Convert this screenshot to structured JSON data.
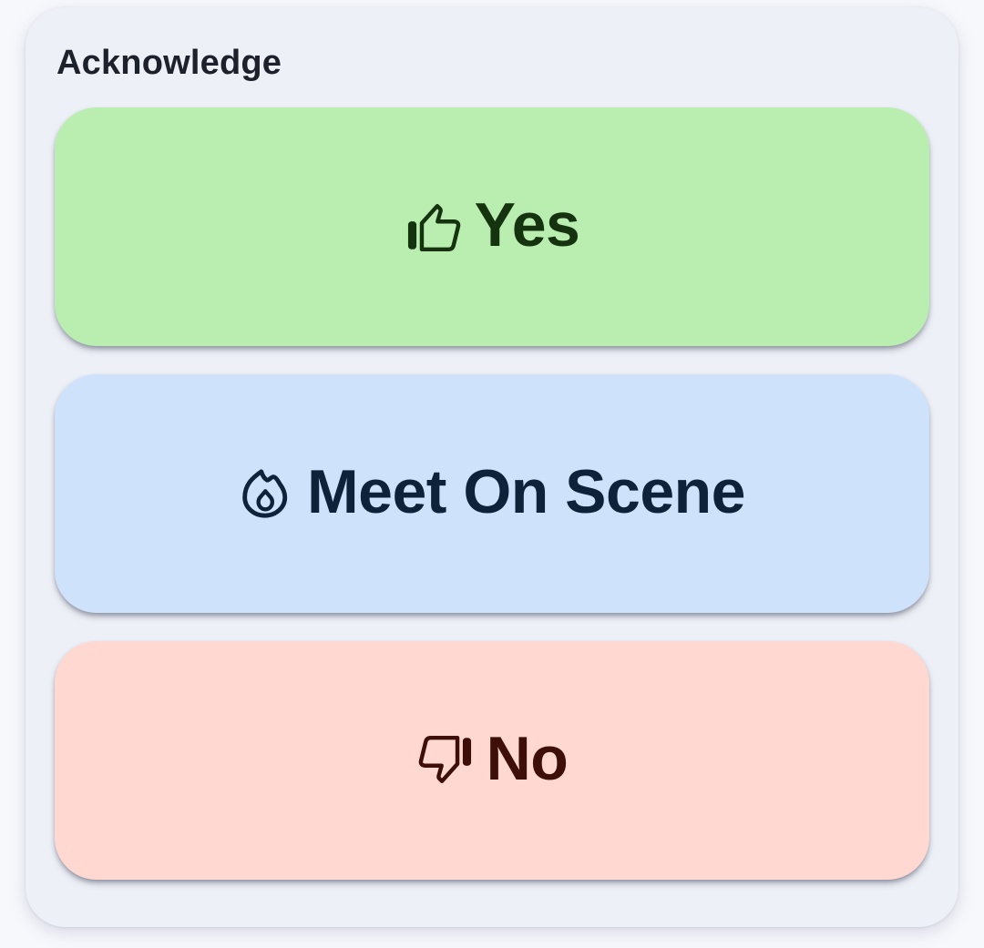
{
  "panel": {
    "title": "Acknowledge"
  },
  "buttons": [
    {
      "label": "Yes",
      "icon": "thumb-up-icon",
      "background": "#b9eeb0",
      "color": "#14330e"
    },
    {
      "label": "Meet On Scene",
      "icon": "flame-icon",
      "background": "#cfe2fc",
      "color": "#0e2339"
    },
    {
      "label": "No",
      "icon": "thumb-down-icon",
      "background": "#ffd8d2",
      "color": "#3e0f08"
    }
  ],
  "colors": {
    "page_background": "#f7f8fc",
    "card_background": "#eef0f7"
  }
}
